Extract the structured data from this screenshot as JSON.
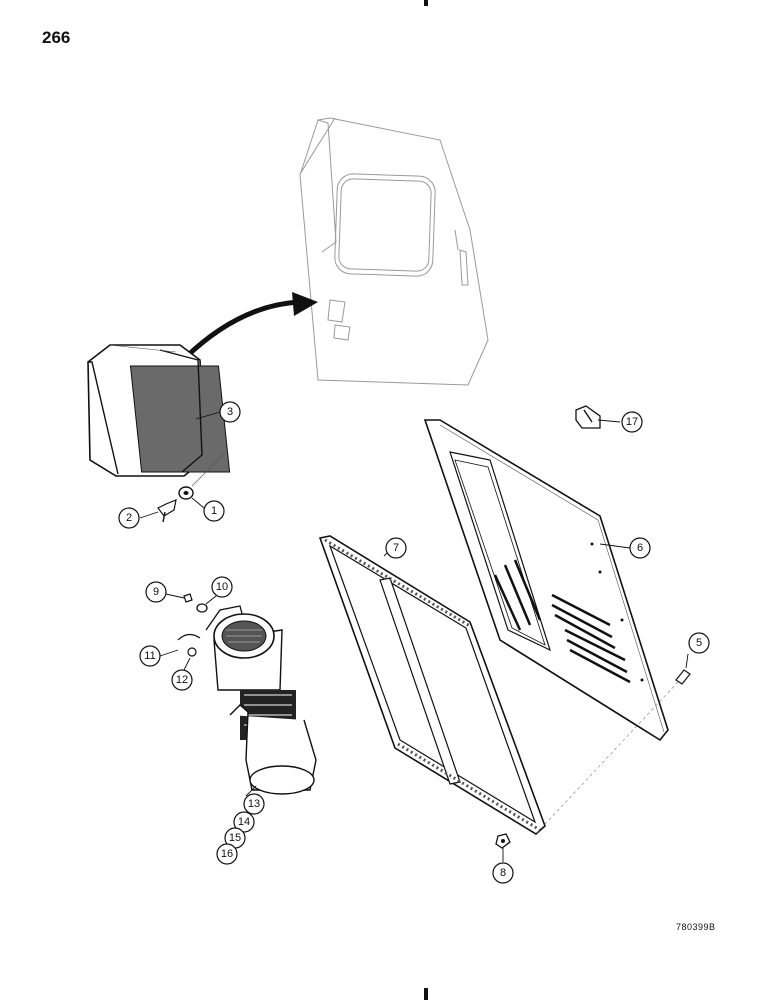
{
  "page": {
    "number": "266",
    "figure_code": "780399B"
  },
  "callouts": {
    "c1": "1",
    "c2": "2",
    "c3": "3",
    "c5": "5",
    "c6": "6",
    "c7": "7",
    "c8": "8",
    "c9": "9",
    "c10": "10",
    "c11": "11",
    "c12": "12",
    "c13": "13",
    "c14": "14",
    "c15": "15",
    "c16": "16",
    "c17": "17"
  }
}
